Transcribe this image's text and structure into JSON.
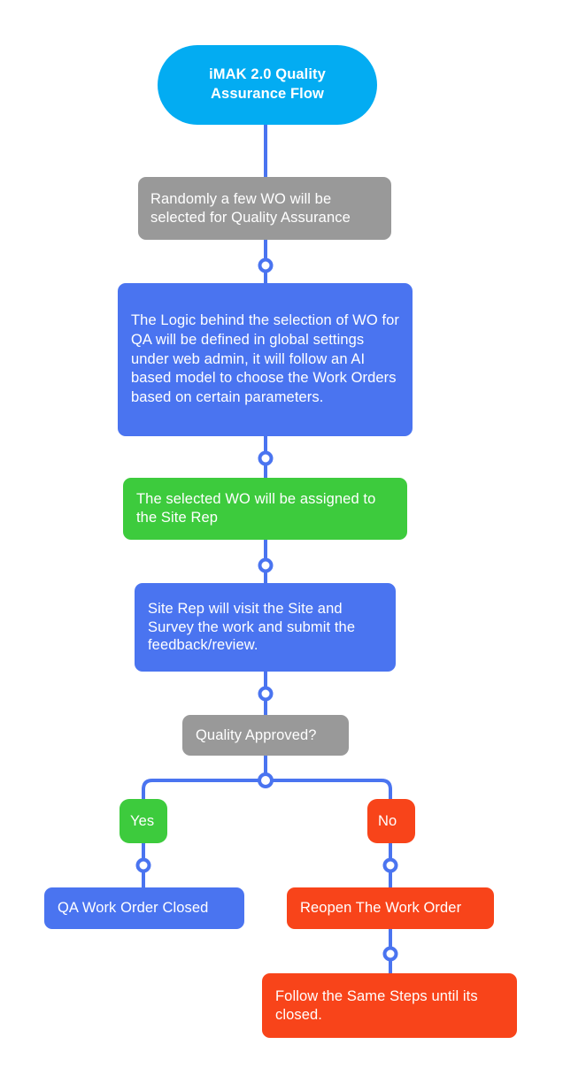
{
  "diagram": {
    "title_node": {
      "label": "iMAK 2.0 Quality Assurance Flow"
    },
    "nodes": [
      {
        "id": "random",
        "label": "Randomly a few WO will be selected for Quality Assurance",
        "color": "#999999"
      },
      {
        "id": "logic",
        "label": "The Logic behind the selection of WO for QA will be defined in global settings under web admin, it will follow an AI based model to choose the Work Orders based on certain parameters.",
        "color": "#4A74F0"
      },
      {
        "id": "assign",
        "label": "The selected WO will be assigned to the Site Rep",
        "color": "#3DCB3D"
      },
      {
        "id": "visit",
        "label": "Site Rep will visit the Site and Survey the work and submit the feedback/review.",
        "color": "#4A74F0"
      },
      {
        "id": "decision",
        "label": "Quality Approved?",
        "color": "#999999"
      },
      {
        "id": "yes",
        "label": "Yes",
        "color": "#3DCB3D"
      },
      {
        "id": "no",
        "label": "No",
        "color": "#F8441A"
      },
      {
        "id": "qa-closed",
        "label": "QA Work Order Closed",
        "color": "#4A74F0"
      },
      {
        "id": "reopen",
        "label": "Reopen The Work Order",
        "color": "#F8441A"
      },
      {
        "id": "follow",
        "label": "Follow the Same Steps until its closed.",
        "color": "#F8441A"
      }
    ],
    "connector_color": "#4A74F0",
    "background_color": "#ffffff"
  }
}
